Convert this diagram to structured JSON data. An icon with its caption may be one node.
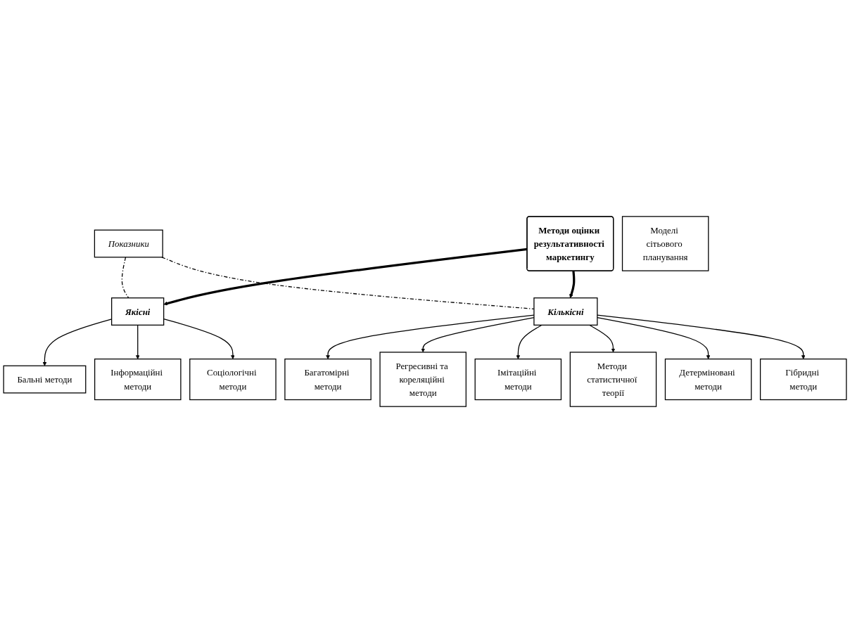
{
  "diagram": {
    "nodes": [
      {
        "text": [
          "Бальні методи"
        ]
      },
      {
        "text": [
          "Інформаційні методи"
        ]
      },
      {
        "text": [
          "Соціологічні методи"
        ]
      },
      {
        "text": [
          "Якісні"
        ]
      },
      {
        "text": [
          "Показники"
        ]
      },
      {
        "text": [
          "Методи оцінки результативності маркетингу"
        ]
      },
      {
        "text": [
          "Кількісні"
        ]
      },
      {
        "text": [
          "Багатомірні методи"
        ]
      },
      {
        "text": [
          "Регресивні та кореляційні методи"
        ]
      },
      {
        "text": [
          "Імітаційні методи"
        ]
      },
      {
        "text": [
          "Методи статистичної теорії"
        ]
      },
      {
        "text": [
          "Детерміновані методи"
        ]
      },
      {
        "text": [
          "Гібридні методи"
        ]
      },
      {
        "text": [
          "Моделі сітьового планування"
        ]
      }
    ],
    "edges": [
      {
        "from": 3,
        "to": 0,
        "arrow": "to"
      },
      {
        "from": 3,
        "to": 1,
        "arrow": "to"
      },
      {
        "from": 3,
        "to": 2,
        "arrow": "to"
      },
      {
        "from": 4,
        "to": 3,
        "arrow": "none",
        "style": "dashed"
      },
      {
        "from": 5,
        "to": 3,
        "arrow": "to",
        "style": "thick"
      },
      {
        "from": 5,
        "to": 6,
        "arrow": "to",
        "style": "thick"
      },
      {
        "from": 4,
        "to": 6,
        "arrow": "none",
        "style": "dashed"
      },
      {
        "from": 6,
        "to": 7,
        "arrow": "to"
      },
      {
        "from": 6,
        "to": 8,
        "arrow": "to"
      },
      {
        "from": 6,
        "to": 9,
        "arrow": "to"
      },
      {
        "from": 6,
        "to": 10,
        "arrow": "to"
      },
      {
        "from": 6,
        "to": 11,
        "arrow": "to"
      },
      {
        "from": 6,
        "to": 12,
        "arrow": "to"
      }
    ]
  }
}
